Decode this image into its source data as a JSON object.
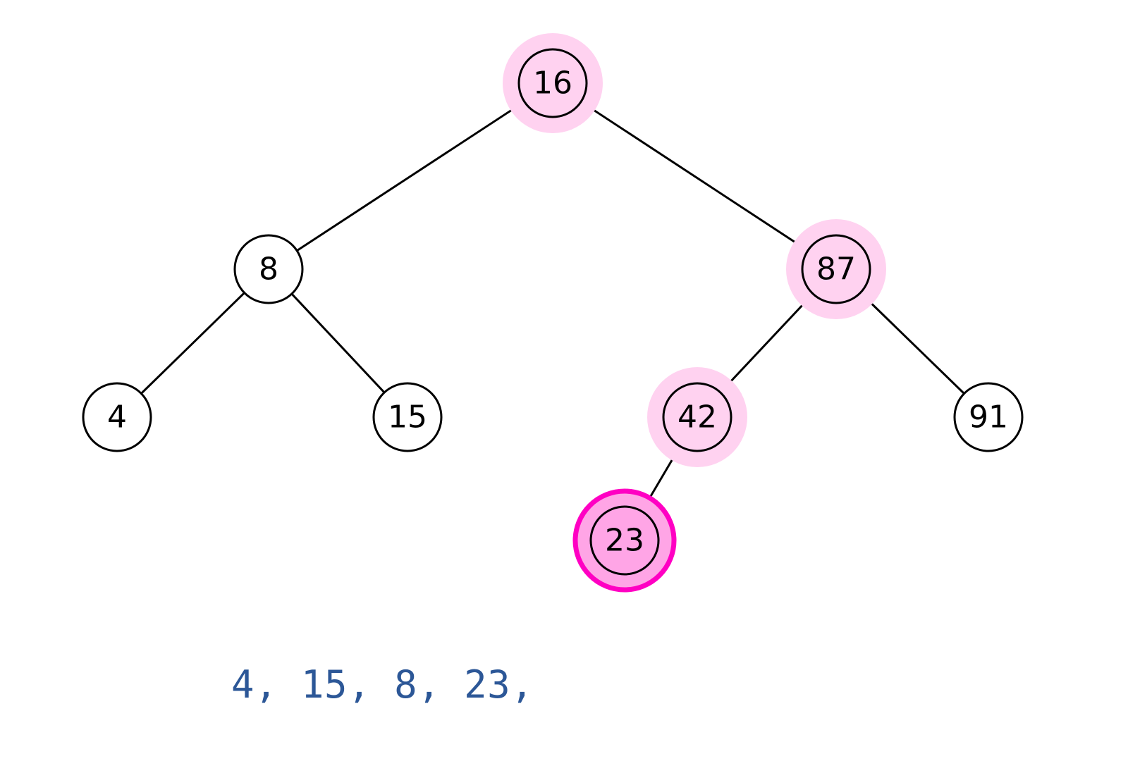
{
  "tree": {
    "nodes": [
      {
        "id": "n16",
        "label": "16",
        "state": "on-path"
      },
      {
        "id": "n8",
        "label": "8",
        "state": "normal"
      },
      {
        "id": "n87",
        "label": "87",
        "state": "on-path"
      },
      {
        "id": "n4",
        "label": "4",
        "state": "normal"
      },
      {
        "id": "n15",
        "label": "15",
        "state": "normal"
      },
      {
        "id": "n42",
        "label": "42",
        "state": "on-path"
      },
      {
        "id": "n91",
        "label": "91",
        "state": "normal"
      },
      {
        "id": "n23",
        "label": "23",
        "state": "current"
      }
    ],
    "edges": [
      {
        "from": "n16",
        "to": "n8"
      },
      {
        "from": "n16",
        "to": "n87"
      },
      {
        "from": "n8",
        "to": "n4"
      },
      {
        "from": "n8",
        "to": "n15"
      },
      {
        "from": "n87",
        "to": "n42"
      },
      {
        "from": "n87",
        "to": "n91"
      },
      {
        "from": "n42",
        "to": "n23"
      }
    ]
  },
  "output": {
    "sequence": "4, 15, 8, 23,"
  },
  "colors": {
    "path_highlight": "#ffd2f0",
    "current_fill": "#ffa5e6",
    "current_ring": "#ff00c3",
    "output_text": "#2c5797"
  }
}
